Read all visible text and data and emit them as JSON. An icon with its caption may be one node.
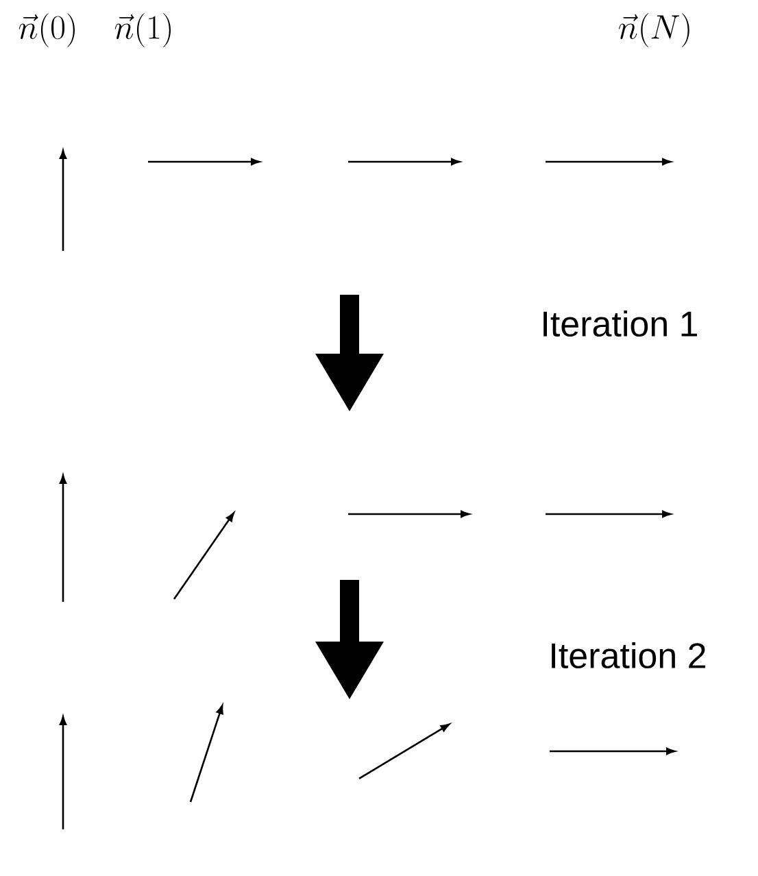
{
  "diagram": {
    "labels": [
      "\\vec{n}(0)",
      "\\vec{n}(1)",
      "\\vec{n}(N)",
      "Iteration 1",
      "Iteration 2"
    ]
  }
}
